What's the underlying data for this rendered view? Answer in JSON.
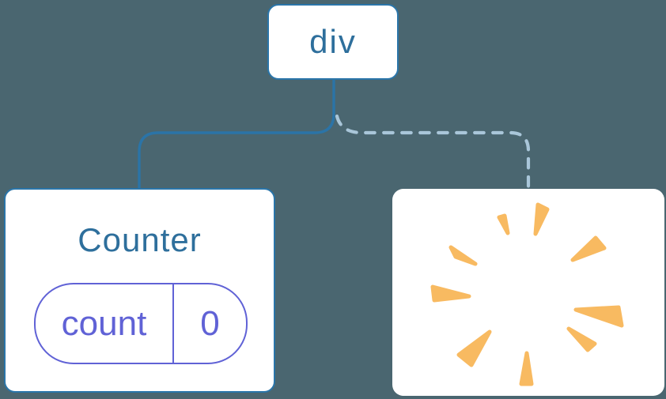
{
  "diagram": {
    "description": "component tree diagram",
    "root_node": {
      "label": "div"
    },
    "counter_node": {
      "title": "Counter",
      "state": {
        "key": "count",
        "value": "0"
      }
    },
    "removed_node": {
      "icon": "poof-burst-icon"
    },
    "connectors": {
      "left": "solid",
      "right": "dashed"
    }
  },
  "colors": {
    "background": "#4a6670",
    "node_bg": "#ffffff",
    "node_border": "#2a75a9",
    "text_blue": "#2e6f9c",
    "state_indigo": "#6062d6",
    "connector_solid": "#2b74a7",
    "connector_dashed": "#a9c6d9",
    "poof_orange": "#f8ba61"
  }
}
